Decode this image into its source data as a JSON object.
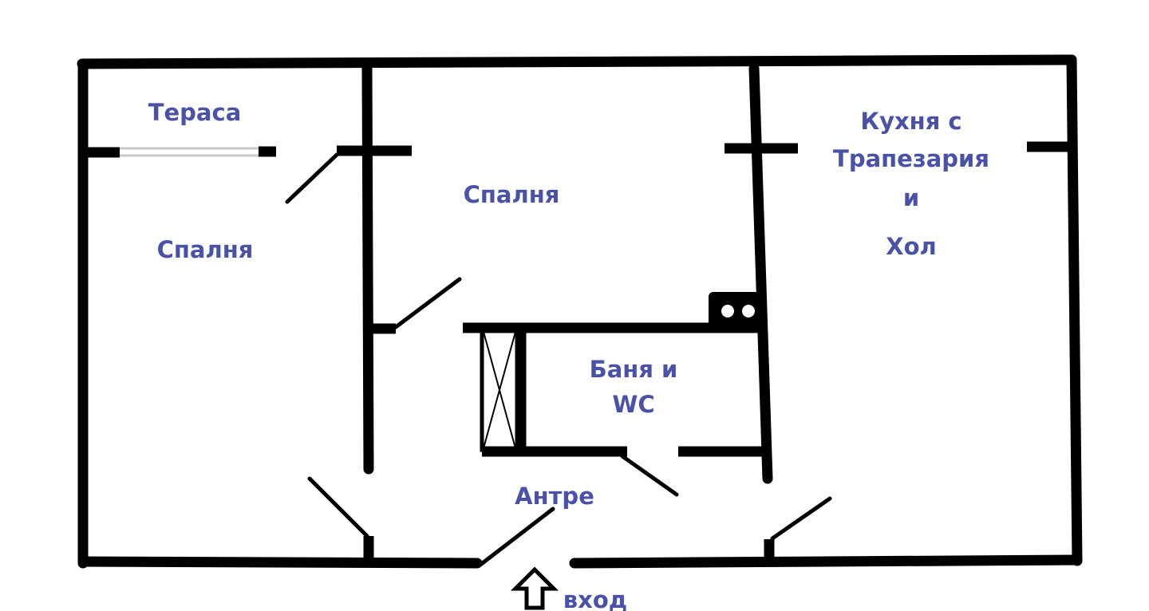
{
  "plan": {
    "wall_color": "#000000",
    "label_color": "#4a52a8",
    "window_color": "#c8c8c8",
    "rooms": {
      "terrace": "Тераса",
      "bedroom_left": "Спалня",
      "bedroom_center": "Спалня",
      "kitchen": {
        "line1": "Кухня с",
        "line2": "Трапезария",
        "line3": "и",
        "line4": "Хол"
      },
      "bathroom": {
        "line1": "Баня и",
        "line2": "WC"
      },
      "hall": "Антре"
    },
    "entrance": {
      "label": "вход",
      "icon": "up-arrow-icon"
    }
  }
}
